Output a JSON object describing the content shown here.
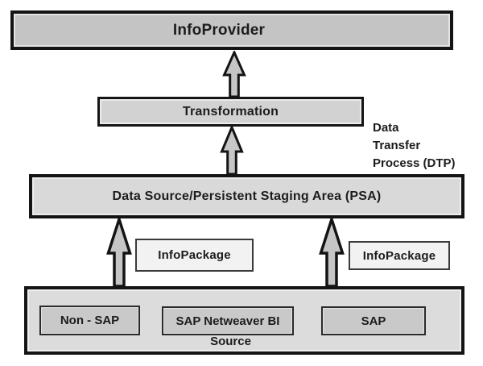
{
  "diagram": {
    "title_hint": "SAP BW data flow diagram",
    "colors": {
      "background": "#ffffff",
      "border": "#141414",
      "box_fill_dark": "#c4c4c4",
      "box_fill_medium": "#d9d9d9",
      "box_fill_light": "#f2f2f2",
      "arrow_fill": "#c6c6c6",
      "text": "#1c1c1c"
    },
    "nodes": {
      "infoprovider": {
        "label": "InfoProvider"
      },
      "transformation": {
        "label": "Transformation"
      },
      "psa": {
        "label": "Data Source/Persistent Staging Area (PSA)"
      },
      "infopackage_left": {
        "label": "InfoPackage"
      },
      "infopackage_right": {
        "label": "InfoPackage"
      },
      "source_container": {
        "label": "Source"
      },
      "source_non_sap": {
        "label": "Non - SAP"
      },
      "source_netweaver": {
        "label": "SAP Netweaver BI"
      },
      "source_sap": {
        "label": "SAP"
      }
    },
    "annotations": {
      "dtp": {
        "lines": [
          "Data",
          "Transfer",
          "Process (DTP)"
        ]
      }
    },
    "flows": [
      "Source -> PSA via InfoPackage (two arrows)",
      "PSA -> Transformation via Data Transfer Process (DTP)",
      "Transformation -> InfoProvider"
    ]
  }
}
